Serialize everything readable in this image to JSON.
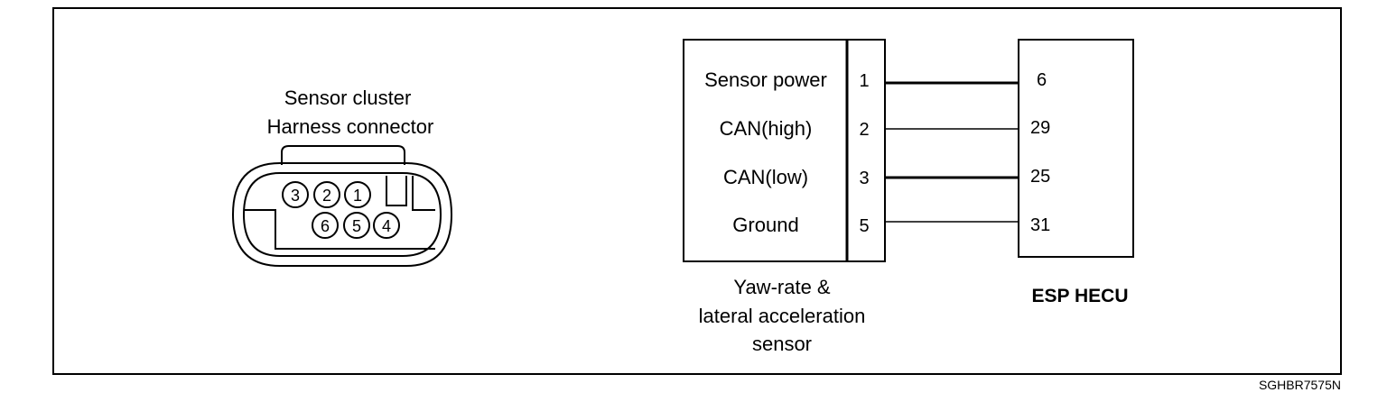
{
  "connector": {
    "title_line1": "Sensor cluster",
    "title_line2": "Harness connector",
    "pins_top": [
      "3",
      "2",
      "1"
    ],
    "pins_bottom": [
      "6",
      "5",
      "4"
    ]
  },
  "sensor": {
    "caption_line1": "Yaw-rate &",
    "caption_line2": "lateral acceleration",
    "caption_line3": "sensor",
    "rows": [
      {
        "label": "Sensor power",
        "pin": "1"
      },
      {
        "label": "CAN(high)",
        "pin": "2"
      },
      {
        "label": "CAN(low)",
        "pin": "3"
      },
      {
        "label": "Ground",
        "pin": "5"
      }
    ]
  },
  "ecu": {
    "caption": "ESP HECU",
    "pins": [
      "6",
      "29",
      "25",
      "31"
    ]
  },
  "figure_code": "SGHBR7575N"
}
